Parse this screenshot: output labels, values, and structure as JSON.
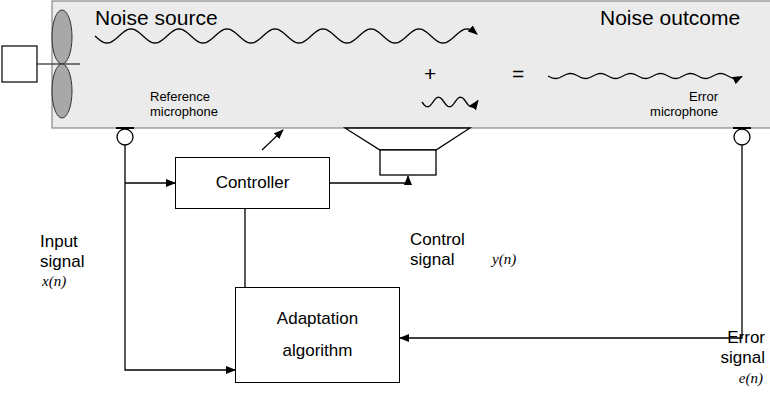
{
  "diagram": {
    "nodes": [
      {
        "text": [
          "Controller"
        ]
      },
      {
        "text": [
          "Adaptation algorithm"
        ]
      }
    ],
    "edges": [
      {
        "from": 1,
        "to": 0,
        "arrow": "none"
      }
    ],
    "labels": [
      "Noise source",
      "Noise outcome",
      "+",
      "=",
      "Reference microphone",
      "Error microphone",
      "Input signal",
      "x(n)",
      "Control signal",
      "y(n)",
      "Error signal",
      "e(n)"
    ]
  }
}
